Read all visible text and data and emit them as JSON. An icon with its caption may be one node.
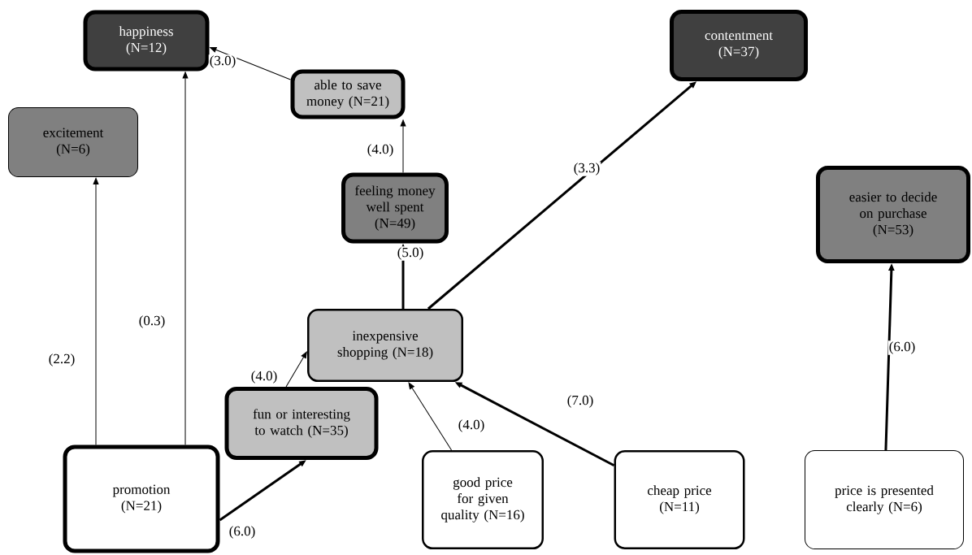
{
  "diagram": {
    "nodes": [
      {
        "text": [
          "happiness (N=12)"
        ]
      },
      {
        "text": [
          "contentment (N=37)"
        ]
      },
      {
        "text": [
          "able to save money (N=21)"
        ]
      },
      {
        "text": [
          "excitement (N=6)"
        ]
      },
      {
        "text": [
          "feeling money well spent (N=49)"
        ]
      },
      {
        "text": [
          "easier to decide on purchase (N=53)"
        ]
      },
      {
        "text": [
          "inexpensive shopping (N=18)"
        ]
      },
      {
        "text": [
          "fun or interesting to watch (N=35)"
        ]
      },
      {
        "text": [
          "promotion (N=21)"
        ]
      },
      {
        "text": [
          "good price for given quality (N=16)"
        ]
      },
      {
        "text": [
          "cheap price (N=11)"
        ]
      },
      {
        "text": [
          "price is presented clearly (N=6)"
        ]
      }
    ],
    "edges": [
      {
        "from": 2,
        "to": 0,
        "arrow": "to",
        "label": "(3.0)"
      },
      {
        "from": 4,
        "to": 2,
        "arrow": "to",
        "label": "(4.0)"
      },
      {
        "from": 6,
        "to": 4,
        "arrow": "to",
        "label": "(5.0)",
        "style": "thick"
      },
      {
        "from": 6,
        "to": 1,
        "arrow": "to",
        "label": "(3.3)",
        "style": "thick"
      },
      {
        "from": 8,
        "to": 3,
        "arrow": "to",
        "label": "(2.2)"
      },
      {
        "from": 8,
        "to": 0,
        "arrow": "to",
        "label": "(0.3)"
      },
      {
        "from": 7,
        "to": 6,
        "arrow": "to",
        "label": "(4.0)"
      },
      {
        "from": 8,
        "to": 7,
        "arrow": "to",
        "label": "(6.0)",
        "style": "thick"
      },
      {
        "from": 9,
        "to": 6,
        "arrow": "to",
        "label": "(4.0)"
      },
      {
        "from": 10,
        "to": 6,
        "arrow": "to",
        "label": "(7.0)",
        "style": "thick"
      },
      {
        "from": 11,
        "to": 5,
        "arrow": "to",
        "label": "(6.0)",
        "style": "thick"
      }
    ]
  }
}
